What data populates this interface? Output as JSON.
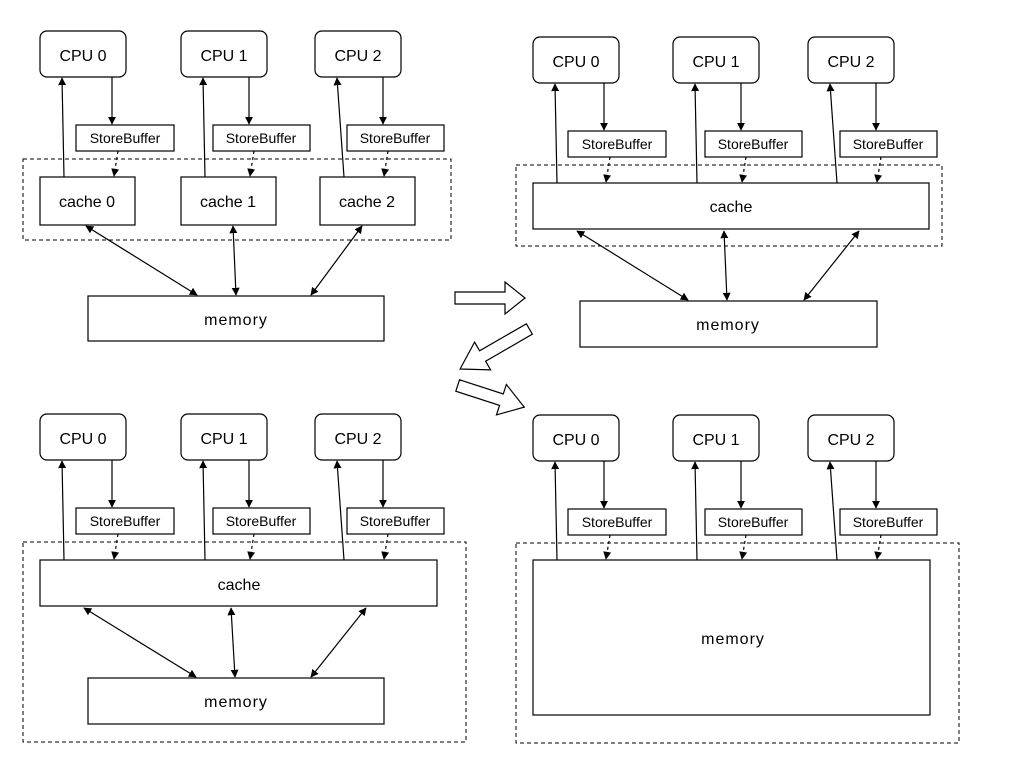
{
  "labels": {
    "cpu0": "CPU 0",
    "cpu1": "CPU 1",
    "cpu2": "CPU 2",
    "store_buffer": "StoreBuffer",
    "cache0": "cache 0",
    "cache1": "cache 1",
    "cache2": "cache 2",
    "cache": "cache",
    "memory": "memory"
  }
}
